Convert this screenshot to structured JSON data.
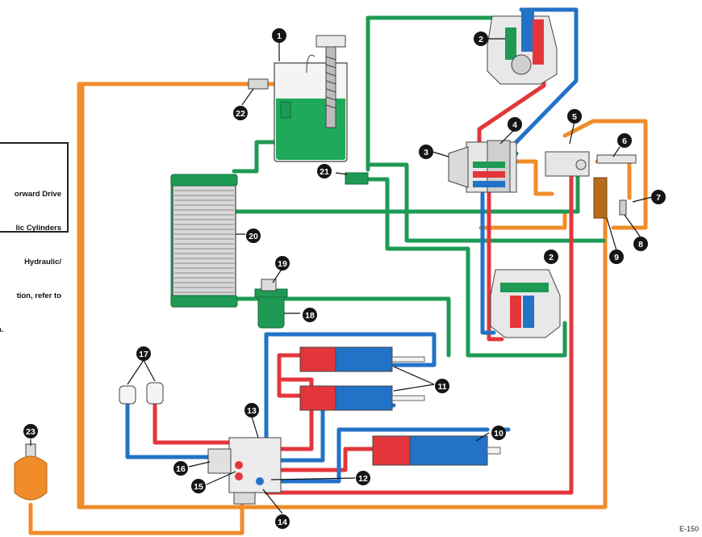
{
  "legend": {
    "lines": [
      "orward Drive",
      "lic Cylinders",
      "Hydraulic/",
      "tion, refer to",
      "n."
    ]
  },
  "figure_code": "E-150",
  "colors": {
    "pressure": "#e3363b",
    "return": "#2272c8",
    "suction": "#1e9a54",
    "oil_cooler": "#f08c2a",
    "tank_fluid": "#1eaa5a",
    "outline": "#222222"
  },
  "callouts": [
    "1",
    "2",
    "2",
    "3",
    "4",
    "5",
    "6",
    "7",
    "8",
    "9",
    "10",
    "11",
    "12",
    "13",
    "14",
    "15",
    "16",
    "17",
    "18",
    "19",
    "20",
    "21",
    "22",
    "23"
  ]
}
